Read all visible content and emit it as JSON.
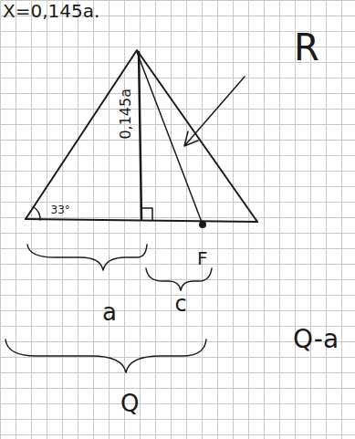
{
  "diagram": {
    "labels": [
      "X=0,145a.",
      "R",
      "0,145a",
      "33°",
      "F",
      "a",
      "c",
      "Q",
      "Q-a"
    ]
  }
}
